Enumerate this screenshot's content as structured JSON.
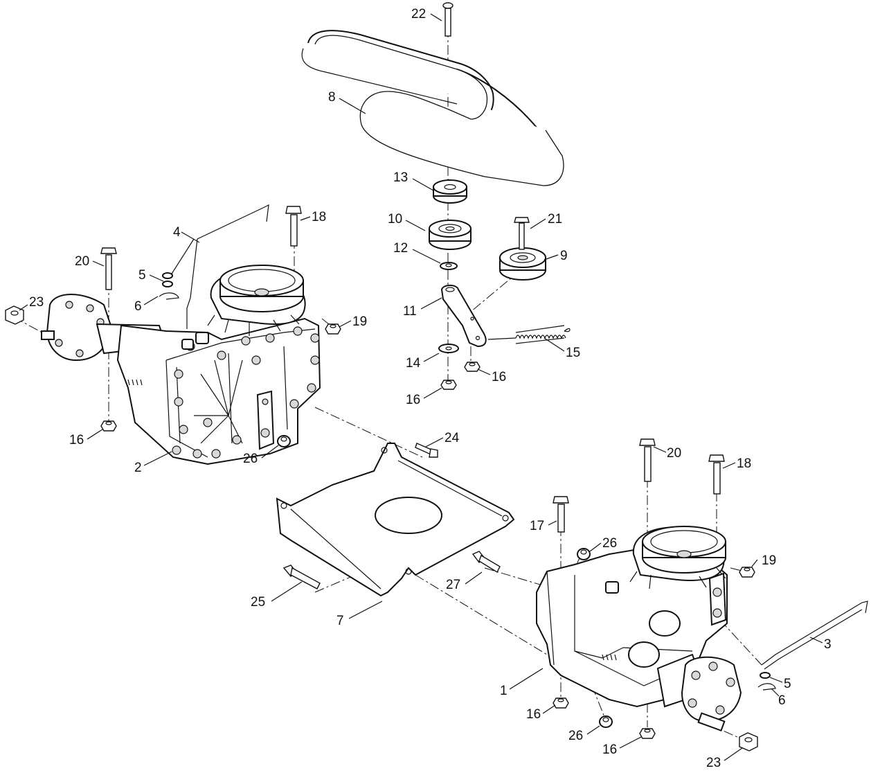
{
  "diagram": {
    "callouts": [
      {
        "id": "c22a",
        "label": "22"
      },
      {
        "id": "c8",
        "label": "8"
      },
      {
        "id": "c13",
        "label": "13"
      },
      {
        "id": "c10",
        "label": "10"
      },
      {
        "id": "c12",
        "label": "12"
      },
      {
        "id": "c21",
        "label": "21"
      },
      {
        "id": "c9",
        "label": "9"
      },
      {
        "id": "c11",
        "label": "11"
      },
      {
        "id": "c15",
        "label": "15"
      },
      {
        "id": "c14",
        "label": "14"
      },
      {
        "id": "c16a",
        "label": "16"
      },
      {
        "id": "c16b",
        "label": "16"
      },
      {
        "id": "c18a",
        "label": "18"
      },
      {
        "id": "c4",
        "label": "4"
      },
      {
        "id": "c20a",
        "label": "20"
      },
      {
        "id": "c5a",
        "label": "5"
      },
      {
        "id": "c6a",
        "label": "6"
      },
      {
        "id": "c23a",
        "label": "23"
      },
      {
        "id": "c19a",
        "label": "19"
      },
      {
        "id": "c16c",
        "label": "16"
      },
      {
        "id": "c2",
        "label": "2"
      },
      {
        "id": "c26a",
        "label": "26"
      },
      {
        "id": "c24",
        "label": "24"
      },
      {
        "id": "c20b",
        "label": "20"
      },
      {
        "id": "c18b",
        "label": "18"
      },
      {
        "id": "c17",
        "label": "17"
      },
      {
        "id": "c26b",
        "label": "26"
      },
      {
        "id": "c19b",
        "label": "19"
      },
      {
        "id": "c27",
        "label": "27"
      },
      {
        "id": "c25",
        "label": "25"
      },
      {
        "id": "c7",
        "label": "7"
      },
      {
        "id": "c3",
        "label": "3"
      },
      {
        "id": "c5b",
        "label": "5"
      },
      {
        "id": "c6b",
        "label": "6"
      },
      {
        "id": "c1",
        "label": "1"
      },
      {
        "id": "c16d",
        "label": "16"
      },
      {
        "id": "c26c",
        "label": "26"
      },
      {
        "id": "c16e",
        "label": "16"
      },
      {
        "id": "c23b",
        "label": "23"
      }
    ]
  }
}
